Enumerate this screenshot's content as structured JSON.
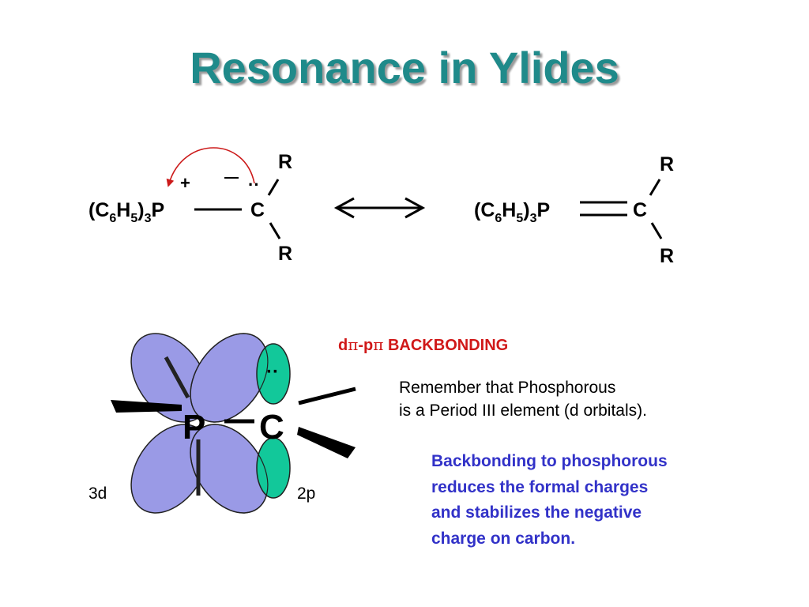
{
  "title": "Resonance in Ylides",
  "resonance": {
    "left": {
      "reagent": "(C6H5)3P",
      "reagent_parts": [
        "(C",
        "6",
        "H",
        "5",
        ")",
        "3",
        "P"
      ],
      "carbon": "C",
      "substituent_top": "R",
      "substituent_bottom": "R",
      "positive_charge": "+",
      "negative_charge": "—",
      "lone_pair": "··"
    },
    "arrow": "resonance-double-headed-arrow",
    "right": {
      "reagent_parts": [
        "(C",
        "6",
        "H",
        "5",
        ")",
        "3",
        "P"
      ],
      "carbon": "C",
      "substituent_top": "R",
      "substituent_bottom": "R"
    }
  },
  "orbital_diagram": {
    "phosphorus": "P",
    "carbon": "C",
    "lone_pair": "··",
    "label_3d": "3d",
    "label_2p": "2p",
    "colors": {
      "d_orbital": "#9a9ae6",
      "p_orbital": "#12c89a",
      "curved_arrow": "#cc1a1a"
    }
  },
  "backbonding_title": {
    "prefix": "d",
    "pi": "π",
    "mid": "-p",
    "pi2": "π",
    "suffix": " BACKBONDING"
  },
  "reminder_lines": [
    "Remember that Phosphorous",
    "is a Period III element (d orbitals)."
  ],
  "summary_lines": [
    "Backbonding to phosphorous",
    "reduces the formal charges",
    "and stabilizes the negative",
    "charge on carbon."
  ]
}
